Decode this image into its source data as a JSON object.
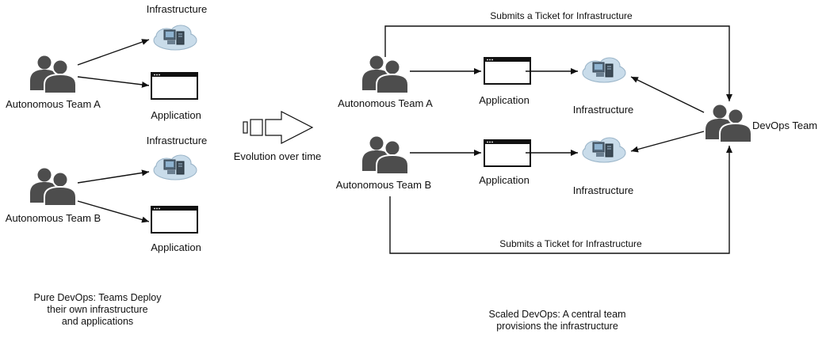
{
  "left": {
    "team_a": {
      "team_label": "Autonomous Team A",
      "infra_label": "Infrastructure",
      "app_label": "Application"
    },
    "team_b": {
      "team_label": "Autonomous Team B",
      "infra_label": "Infrastructure",
      "app_label": "Application"
    },
    "caption": [
      "Pure DevOps: Teams Deploy",
      "their own infrastructure",
      "and applications"
    ]
  },
  "middle": {
    "evolution_label": "Evolution over time"
  },
  "right": {
    "team_a": {
      "team_label": "Autonomous Team A",
      "app_label": "Application",
      "infra_label": "Infrastructure"
    },
    "team_b": {
      "team_label": "Autonomous Team B",
      "app_label": "Application",
      "infra_label": "Infrastructure"
    },
    "devops_label": "DevOps Team",
    "ticket_top": "Submits a Ticket for Infrastructure",
    "ticket_bottom": "Submits a Ticket for Infrastructure",
    "caption": [
      "Scaled DevOps: A central team",
      "provisions the infrastructure"
    ]
  },
  "colors": {
    "person": "#4d4d4d",
    "line": "#111111",
    "cloud": "#c9dcea",
    "cloud_edge": "#9ab4c8"
  }
}
